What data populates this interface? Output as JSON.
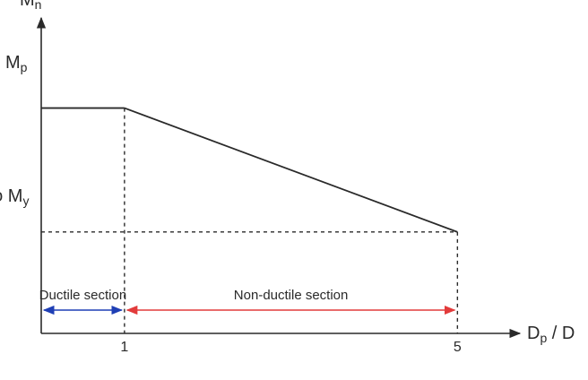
{
  "chart_data": {
    "type": "line",
    "x": [
      0,
      1,
      5
    ],
    "y_levels": {
      "plastic": 1.0,
      "yield": 0.45
    },
    "series": [
      {
        "x": [
          0,
          1
        ],
        "y": [
          1.0,
          1.0
        ]
      },
      {
        "x": [
          1,
          5
        ],
        "y": [
          1.0,
          0.45
        ]
      }
    ],
    "xlim": [
      0,
      5.75
    ],
    "ylim": [
      0,
      1.4
    ],
    "x_ticks": [
      {
        "value": 1,
        "label": "1"
      },
      {
        "value": 5,
        "label": "5"
      }
    ],
    "y_axis": {
      "symbol": "M",
      "subscript": "n"
    },
    "x_axis": {
      "symbol": "D",
      "subscript": "p",
      "suffix": " / D"
    },
    "y_levels_labels": {
      "plastic": {
        "symbol": "M",
        "subscript": "p"
      },
      "yield": {
        "prefix": "ϕ ",
        "symbol": "M",
        "subscript": "y"
      }
    },
    "regions": [
      {
        "label": "Ductile section",
        "x_start": 0,
        "x_end": 1,
        "color": "#1f3fb5"
      },
      {
        "label": "Non-ductile section",
        "x_start": 1,
        "x_end": 5,
        "color": "#e23b3b"
      }
    ],
    "grid": false,
    "line_color": "#2a2a2a"
  }
}
